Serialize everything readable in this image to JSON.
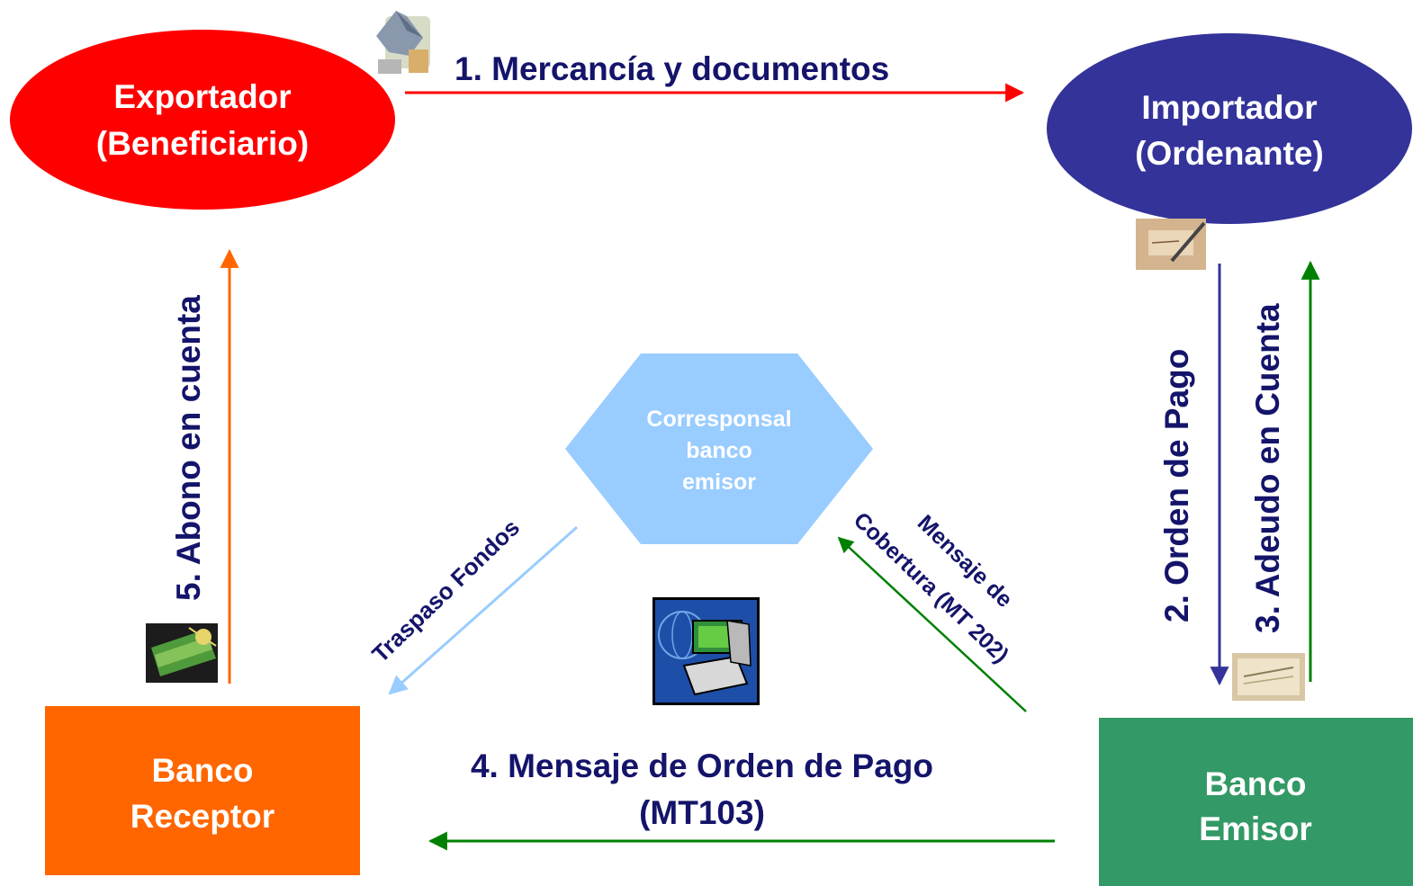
{
  "nodes": {
    "exportador": {
      "line1": "Exportador",
      "line2": "(Beneficiario)",
      "color": "#ff0000"
    },
    "importador": {
      "line1": "Importador",
      "line2": "(Ordenante)",
      "color": "#333399"
    },
    "corresponsal": {
      "line1": "Corresponsal",
      "line2": "banco",
      "line3": "emisor",
      "color": "#99ccff"
    },
    "banco_receptor": {
      "line1": "Banco",
      "line2": "Receptor",
      "color": "#ff6600"
    },
    "banco_emisor": {
      "line1": "Banco",
      "line2": "Emisor",
      "color": "#339966"
    }
  },
  "flows": {
    "step1": {
      "label": "1. Mercancía y documentos",
      "color": "#ff0000"
    },
    "step2": {
      "label": "2. Orden de Pago",
      "color": "#333399"
    },
    "step3": {
      "label": "3. Adeudo en Cuenta",
      "color": "#008000"
    },
    "step4": {
      "line1": "4. Mensaje de Orden de Pago",
      "line2": "(MT103)",
      "color": "#008000"
    },
    "step5": {
      "label": "5. Abono en cuenta",
      "color": "#ff6600"
    },
    "traspaso": {
      "label": "Traspaso Fondos",
      "color": "#99ccff"
    },
    "cobertura": {
      "line1": "Mensaje de",
      "line2": "Cobertura (MT 202)",
      "color": "#008000"
    }
  },
  "icons": [
    "merchandise-clipart-icon",
    "signing-document-icon",
    "payment-record-icon",
    "money-stack-icon",
    "computer-globe-icon"
  ],
  "label_color": "#14146b"
}
